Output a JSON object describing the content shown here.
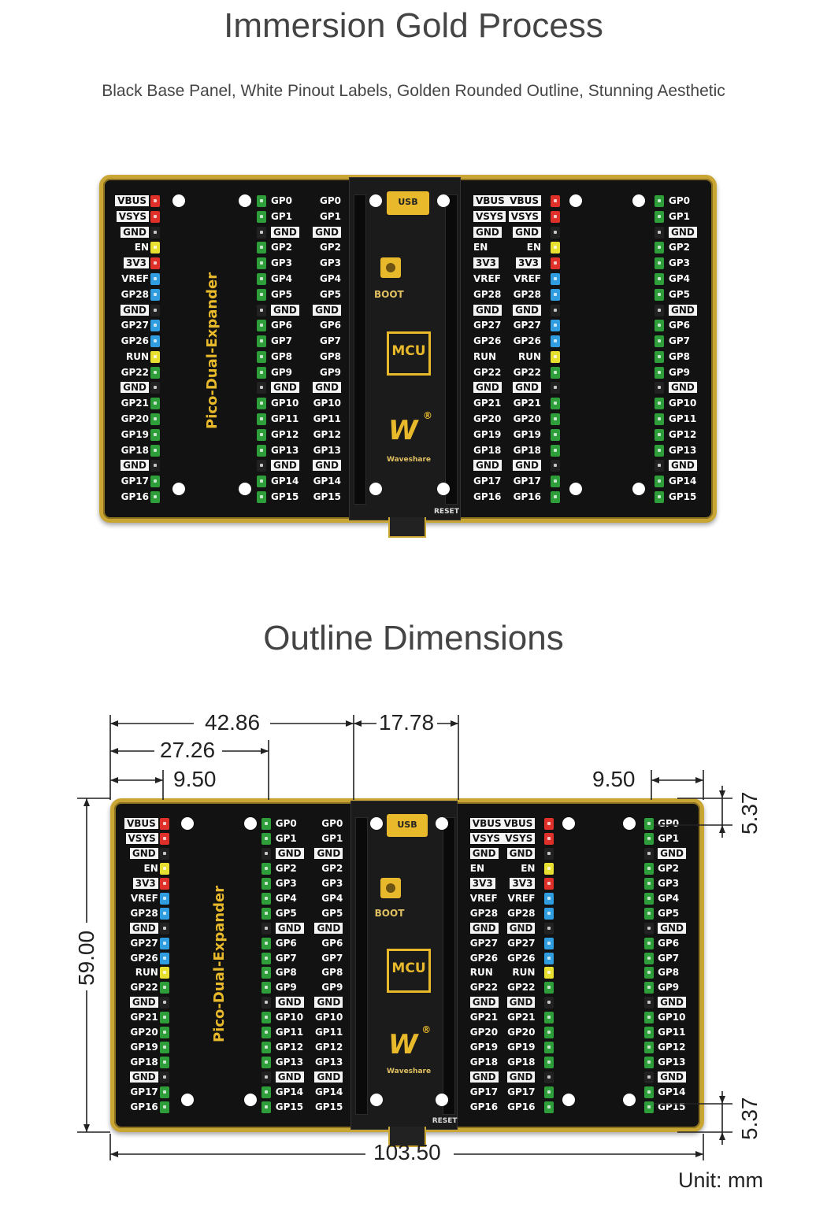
{
  "section1": {
    "title": "Immersion Gold Process",
    "subtitle": "Black Base Panel, White Pinout Labels, Golden Rounded Outline, Stunning Aesthetic"
  },
  "section2": {
    "title": "Outline Dimensions",
    "unit": "Unit: mm",
    "dimensions": {
      "top_long": "42.86",
      "top_mid": "27.26",
      "top_short_left": "9.50",
      "top_module": "17.78",
      "top_short_right": "9.50",
      "height": "59.00",
      "width": "103.50",
      "right_top_offset": "5.37",
      "right_bottom_offset": "5.37"
    }
  },
  "board": {
    "name": "Pico-Dual-Expander",
    "usb_label": "USB",
    "boot_label": "BOOT",
    "mcu_label": "MCU",
    "reset_label": "RESET",
    "brand": "Waveshare",
    "brand_mark": "W",
    "registered": "®",
    "colors": {
      "red": "#e0302a",
      "green": "#2e9e3a",
      "blue": "#2f9de0",
      "yellow": "#e8e030",
      "black": "#222222",
      "gold": "#c9a534"
    },
    "left_labels": [
      "VBUS",
      "VSYS",
      "GND",
      "EN",
      "3V3",
      "VREF",
      "GP28",
      "GND",
      "GP27",
      "GP26",
      "RUN",
      "GP22",
      "GND",
      "GP21",
      "GP20",
      "GP19",
      "GP18",
      "GND",
      "GP17",
      "GP16"
    ],
    "left_colors": [
      "red",
      "red",
      "black",
      "yellow",
      "red",
      "blue",
      "blue",
      "black",
      "blue",
      "blue",
      "yellow",
      "green",
      "black",
      "green",
      "green",
      "green",
      "green",
      "black",
      "green",
      "green"
    ],
    "mid_left_labels": [
      "GP0",
      "GP1",
      "GND",
      "GP2",
      "GP3",
      "GP4",
      "GP5",
      "GND",
      "GP6",
      "GP7",
      "GP8",
      "GP9",
      "GND",
      "GP10",
      "GP11",
      "GP12",
      "GP13",
      "GND",
      "GP14",
      "GP15"
    ],
    "mid_colors": [
      "green",
      "green",
      "black",
      "green",
      "green",
      "green",
      "green",
      "black",
      "green",
      "green",
      "green",
      "green",
      "black",
      "green",
      "green",
      "green",
      "green",
      "black",
      "green",
      "green"
    ],
    "mid_right_labels": [
      "VBUS",
      "VSYS",
      "GND",
      "EN",
      "3V3",
      "VREF",
      "GP28",
      "GND",
      "GP27",
      "GP26",
      "RUN",
      "GP22",
      "GND",
      "GP21",
      "GP20",
      "GP19",
      "GP18",
      "GND",
      "GP17",
      "GP16"
    ],
    "right_labels": [
      "GP0",
      "GP1",
      "GND",
      "GP2",
      "GP3",
      "GP4",
      "GP5",
      "GND",
      "GP6",
      "GP7",
      "GP8",
      "GP9",
      "GND",
      "GP10",
      "GP11",
      "GP12",
      "GP13",
      "GND",
      "GP14",
      "GP15"
    ]
  }
}
